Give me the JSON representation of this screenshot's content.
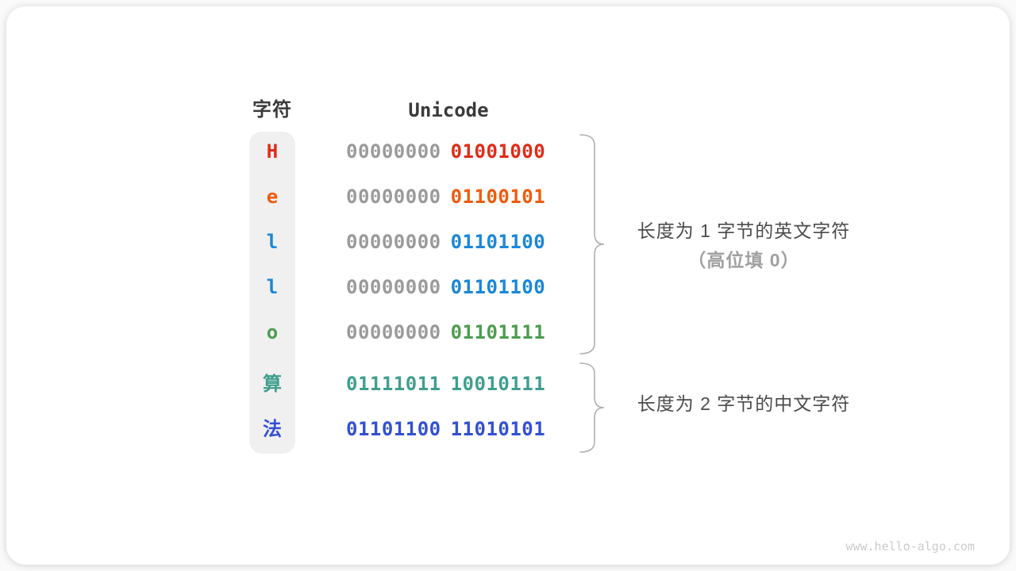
{
  "diagram": {
    "headers": {
      "char": "字符",
      "unicode": "Unicode"
    },
    "rows": [
      {
        "char": "H",
        "high": "00000000",
        "low": "01001000",
        "char_color": "#e02b18",
        "high_color": "#9a9a9a",
        "low_color": "#e02b18"
      },
      {
        "char": "e",
        "high": "00000000",
        "low": "01100101",
        "char_color": "#ee5c0d",
        "high_color": "#9a9a9a",
        "low_color": "#ee5c0d"
      },
      {
        "char": "l",
        "high": "00000000",
        "low": "01101100",
        "char_color": "#1b87d8",
        "high_color": "#9a9a9a",
        "low_color": "#1b87d8"
      },
      {
        "char": "l",
        "high": "00000000",
        "low": "01101100",
        "char_color": "#1b87d8",
        "high_color": "#9a9a9a",
        "low_color": "#1b87d8"
      },
      {
        "char": "o",
        "high": "00000000",
        "low": "01101111",
        "char_color": "#4c9d4f",
        "high_color": "#9a9a9a",
        "low_color": "#4c9d4f"
      },
      {
        "char": "算",
        "high": "01111011",
        "low": "10010111",
        "char_color": "#3f9e8d",
        "high_color": "#3f9e8d",
        "low_color": "#3f9e8d"
      },
      {
        "char": "法",
        "high": "01101100",
        "low": "11010101",
        "char_color": "#3350d2",
        "high_color": "#3350d2",
        "low_color": "#3350d2"
      }
    ],
    "groups": [
      {
        "label": "长度为 1 字节的英文字符",
        "sublabel": "（高位填 0）"
      },
      {
        "label": "长度为 2 字节的中文字符"
      }
    ],
    "colors": {
      "column_bg": "#f0f0f0",
      "header_text": "#3a3a3a",
      "gray_bits": "#9a9a9a",
      "brace": "#b0b0b0",
      "label_text": "#4b4b4b",
      "sublabel_text": "#a0a0a0"
    },
    "watermark": "www.hello-algo.com"
  }
}
